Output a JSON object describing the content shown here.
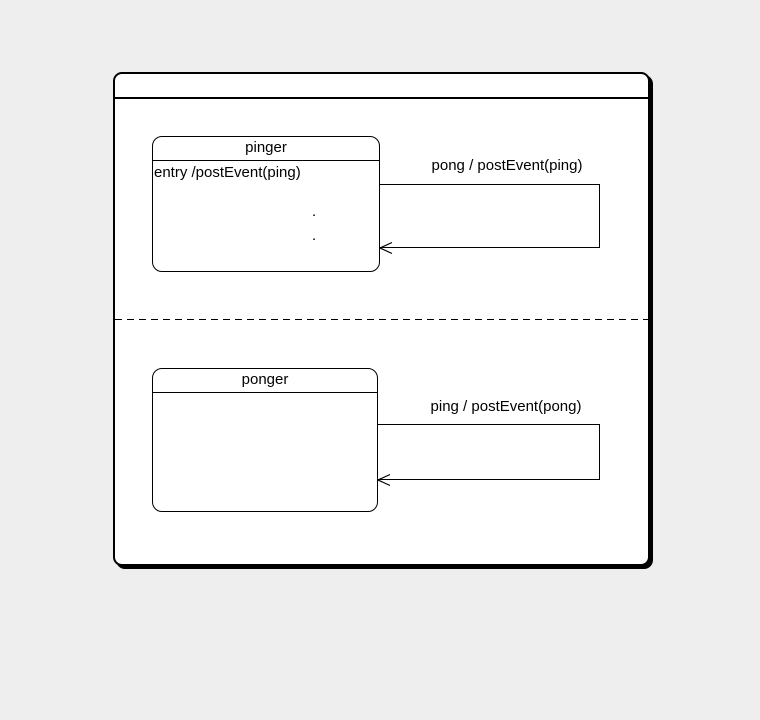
{
  "colors": {
    "page_background": "#eeeeee",
    "diagram_fill": "#ffffff",
    "line": "#000000"
  },
  "outer_state": {
    "title": ""
  },
  "regions": [
    {
      "state_name": "pinger",
      "entry_action": "entry /postEvent(ping)",
      "ellipsis_dots": [
        ".",
        "."
      ],
      "transition_label": "pong / postEvent(ping)"
    },
    {
      "state_name": "ponger",
      "entry_action": "",
      "ellipsis_dots": [],
      "transition_label": "ping / postEvent(pong)"
    }
  ]
}
